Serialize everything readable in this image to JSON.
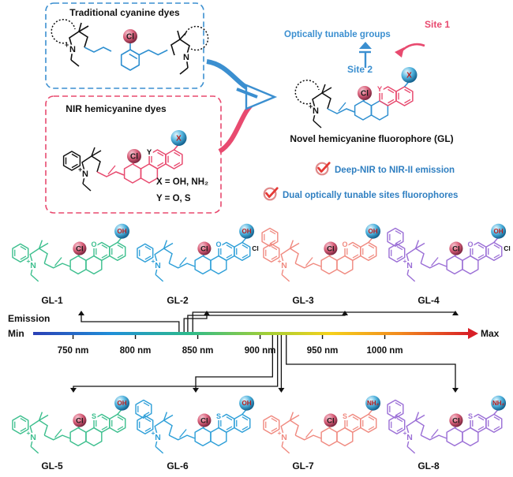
{
  "header": {
    "traditional_title": "Traditional cyanine dyes",
    "nir_title": "NIR hemicyanine dyes",
    "x_def": "X = OH, NH₂",
    "y_def": "Y = O, S",
    "novel_label": "Novel hemicyanine fluorophore (GL)",
    "tunable_groups": "Optically tunable groups",
    "site1": "Site 1",
    "site2": "Site 2",
    "feature1": "Deep-NIR to NIR-II emission",
    "feature2": "Dual optically tunable sites fluorophores"
  },
  "atoms": {
    "cl": "Cl",
    "x": "X",
    "y": "Y",
    "o": "O",
    "s": "S",
    "n": "N",
    "plus": "+",
    "oh": "OH",
    "nh2": "NH₂"
  },
  "axis": {
    "title": "Emission",
    "min": "Min",
    "max": "Max",
    "ticks": [
      "750 nm",
      "800 nm",
      "850 nm",
      "900 nm",
      "950 nm",
      "1000 nm"
    ]
  },
  "compounds": [
    {
      "name": "GL-1",
      "color": "#3dbf8e",
      "group": "OH",
      "hetero": "O",
      "r2": "",
      "benz": false,
      "emission_nm": 835
    },
    {
      "name": "GL-2",
      "color": "#2e9fd8",
      "group": "OH",
      "hetero": "O",
      "r2": "Cl",
      "benz": false,
      "emission_nm": 839
    },
    {
      "name": "GL-3",
      "color": "#f08a80",
      "group": "OH",
      "hetero": "O",
      "r2": "",
      "benz": true,
      "emission_nm": 842
    },
    {
      "name": "GL-4",
      "color": "#9b6fd6",
      "group": "OH",
      "hetero": "O",
      "r2": "Cl",
      "benz": true,
      "emission_nm": 846
    },
    {
      "name": "GL-5",
      "color": "#3dbf8e",
      "group": "OH",
      "hetero": "S",
      "r2": "",
      "benz": false,
      "emission_nm": 914
    },
    {
      "name": "GL-6",
      "color": "#2e9fd8",
      "group": "OH",
      "hetero": "S",
      "r2": "",
      "benz": true,
      "emission_nm": 910
    },
    {
      "name": "GL-7",
      "color": "#f08a80",
      "group": "NH₂",
      "hetero": "S",
      "r2": "",
      "benz": false,
      "emission_nm": 917
    },
    {
      "name": "GL-8",
      "color": "#9b6fd6",
      "group": "NH₂",
      "hetero": "S",
      "r2": "",
      "benz": true,
      "emission_nm": 921
    }
  ],
  "colors": {
    "blue": "#3b8fd0",
    "pink": "#e84a6f",
    "red": "#e53935",
    "black": "#111111"
  }
}
